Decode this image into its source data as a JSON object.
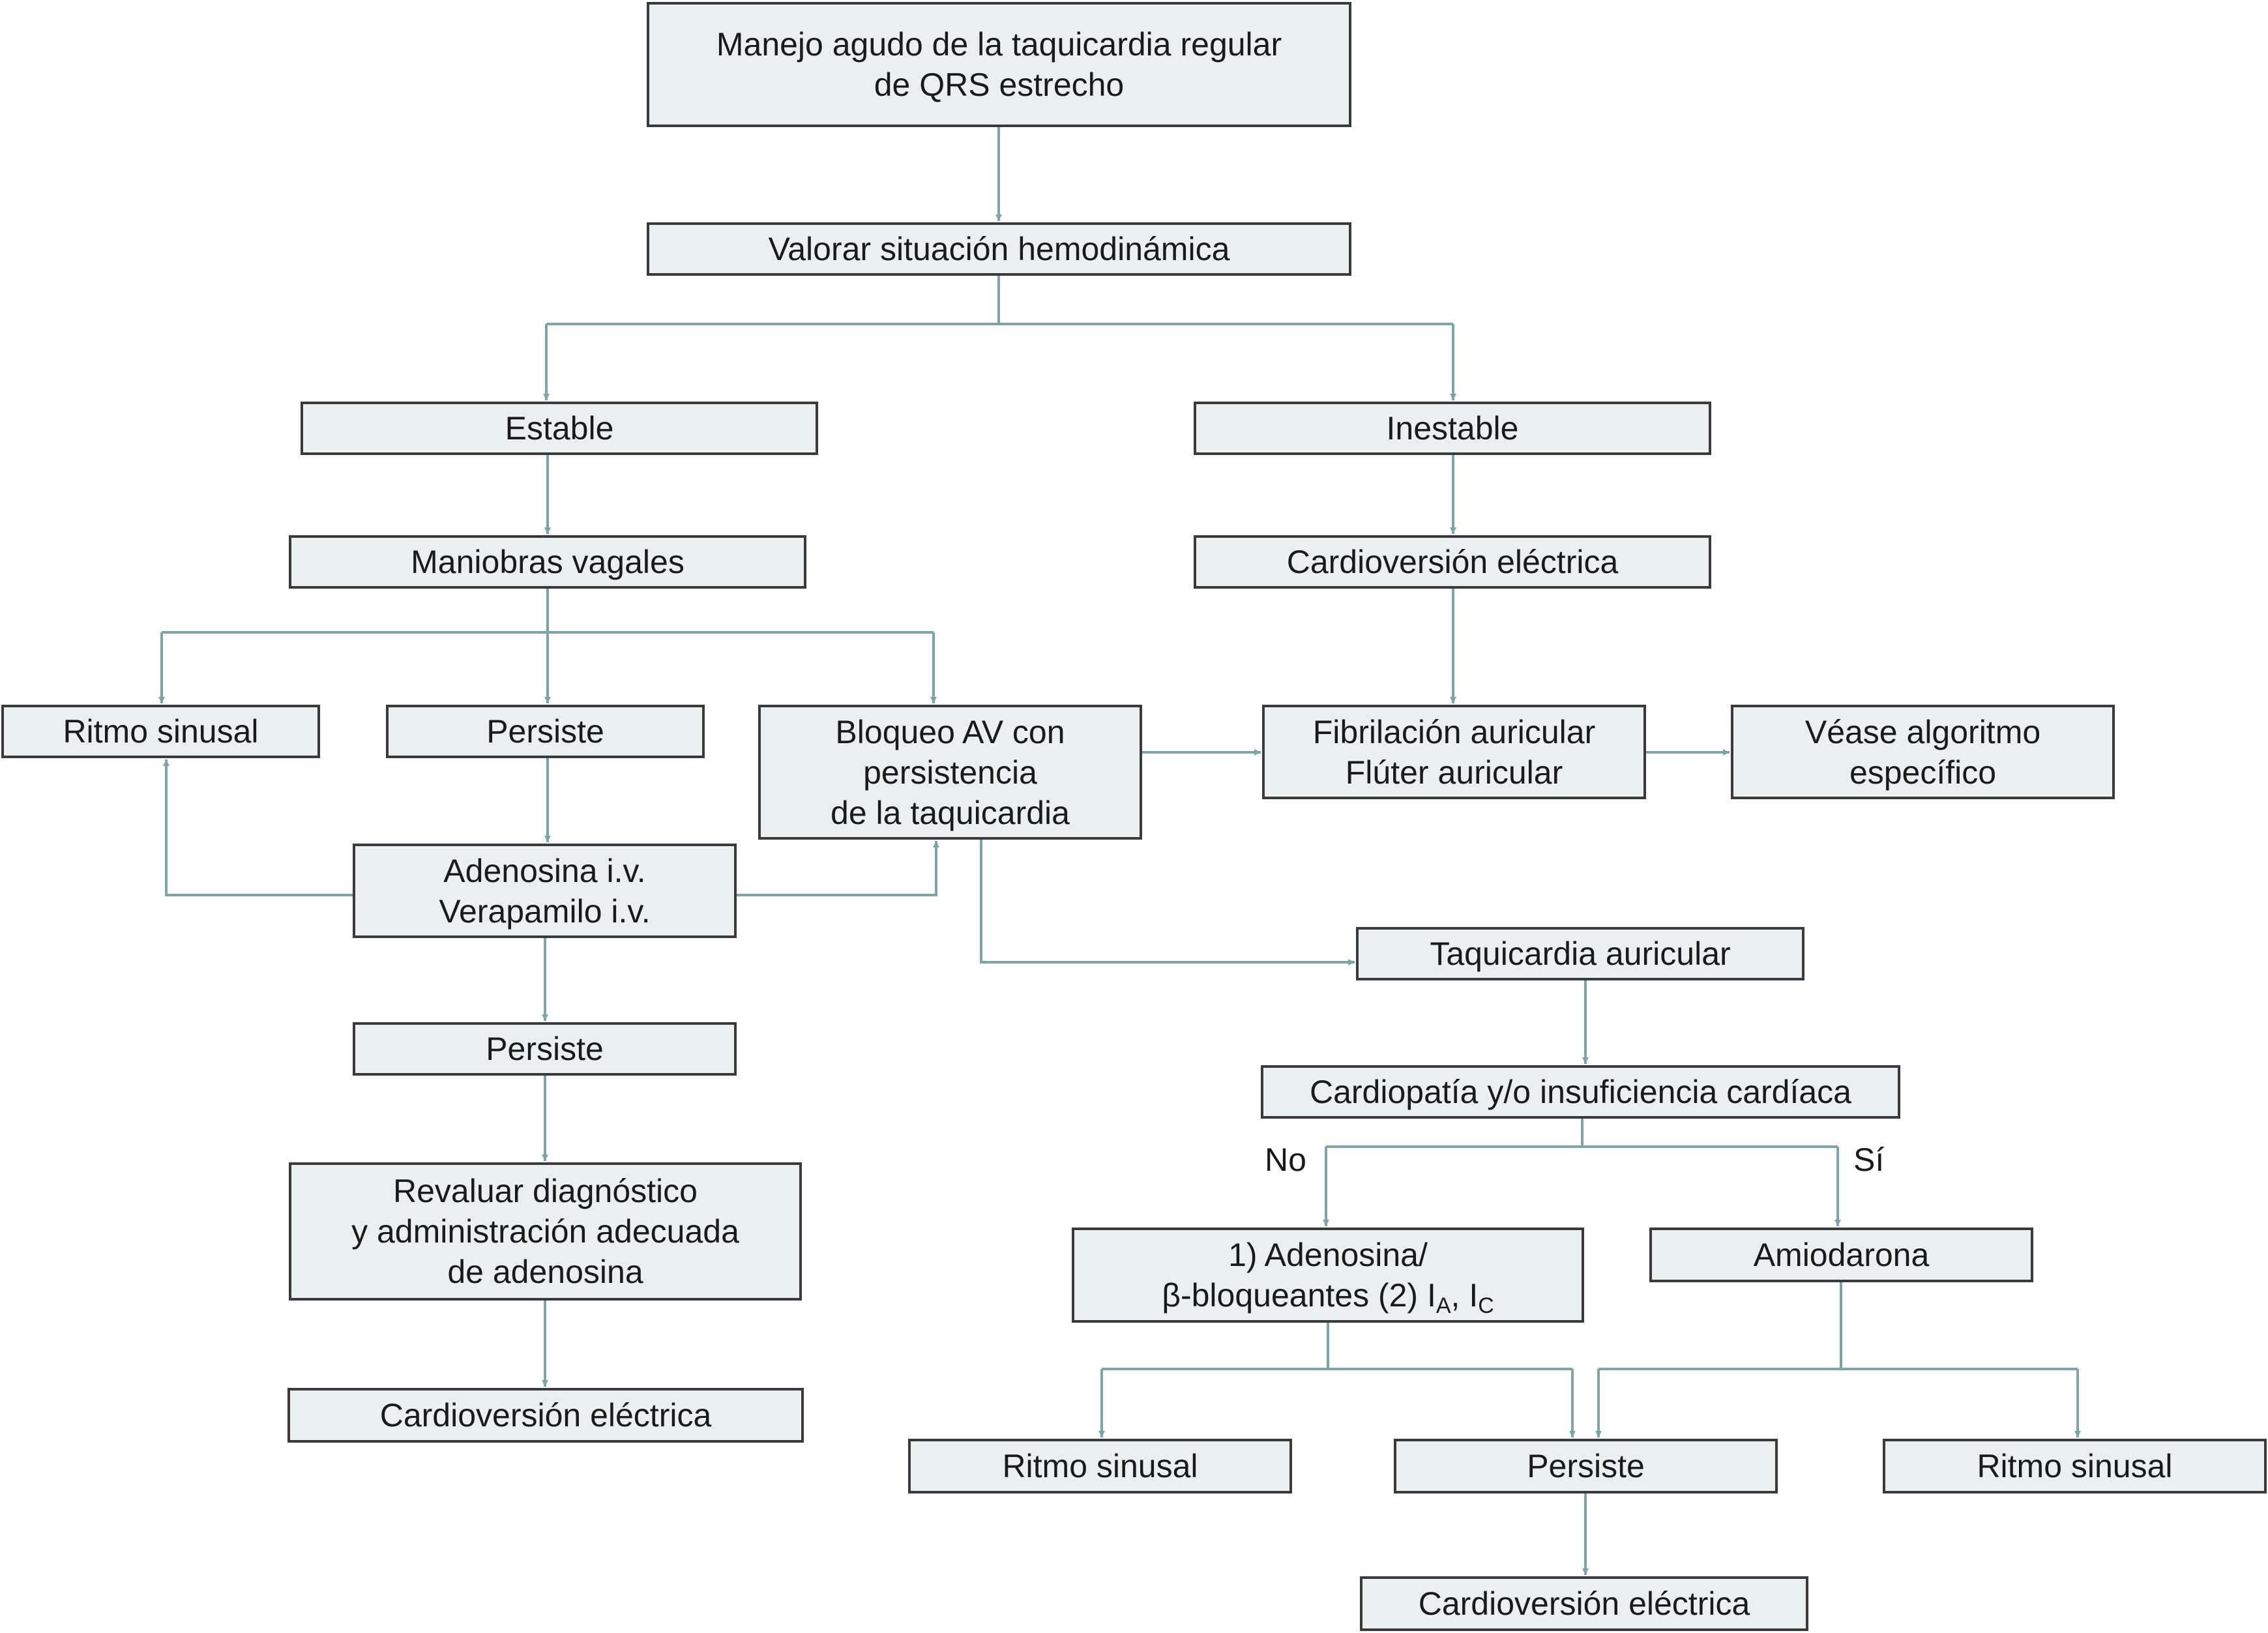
{
  "colors": {
    "connector": "#7fa4a8",
    "box_fill": "#eaf0f2",
    "box_border": "#3a3a3a"
  },
  "nodes": {
    "title": {
      "line1": "Manejo agudo de la taquicardia regular",
      "line2": "de QRS estrecho"
    },
    "valorar": "Valorar situación hemodinámica",
    "estable": "Estable",
    "inestable": "Inestable",
    "maniobras": "Maniobras vagales",
    "cardioversion_inestable": "Cardioversión eléctrica",
    "ritmo_sinusal_1": "Ritmo sinusal",
    "persiste_1": "Persiste",
    "bloqueo": {
      "line1": "Bloqueo AV con",
      "line2": "persistencia",
      "line3": "de la taquicardia"
    },
    "fibrilacion": {
      "line1": "Fibrilación auricular",
      "line2": "Flúter auricular"
    },
    "vease": {
      "line1": "Véase algoritmo",
      "line2": "específico"
    },
    "adenosina_verapamilo": {
      "line1": "Adenosina i.v.",
      "line2": "Verapamilo i.v."
    },
    "taquicardia_auricular": "Taquicardia auricular",
    "persiste_2": "Persiste",
    "cardiopatia": "Cardiopatía y/o insuficiencia cardíaca",
    "revaluar": {
      "line1": "Revaluar diagnóstico",
      "line2": "y administración adecuada",
      "line3": "de adenosina"
    },
    "adenosina_beta": {
      "line1": "1) Adenosina/",
      "line2_main": "β-bloqueantes (2) I",
      "sub_a": "A",
      "comma": ", I",
      "sub_c": "C"
    },
    "amiodarona": "Amiodarona",
    "cardioversion_left": "Cardioversión eléctrica",
    "ritmo_sinusal_2": "Ritmo sinusal",
    "persiste_3": "Persiste",
    "ritmo_sinusal_3": "Ritmo sinusal",
    "cardioversion_bottom": "Cardioversión eléctrica"
  },
  "branch_labels": {
    "no": "No",
    "si": "Sí"
  }
}
